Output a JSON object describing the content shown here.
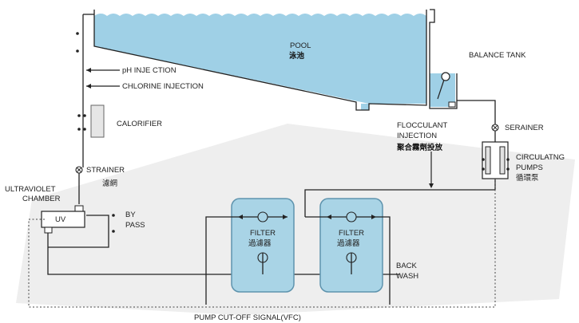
{
  "labels": {
    "pool_en": "POOL",
    "pool_zh": "泳池",
    "balance_tank": "BALANCE TANK",
    "ph_injection": "pH INJE CTION",
    "chlorine_injection": "CHLORINE INJECTION",
    "calorifier": "CALORIFIER",
    "strainer_left_en": "STRAINER",
    "strainer_left_zh": "濾網",
    "uv_chamber_line1": "ULTRAVIOLET",
    "uv_chamber_line2": "CHAMBER",
    "uv": "UV",
    "bypass_line1": "BY",
    "bypass_line2": "PASS",
    "flocculant_line1": "FLOCCULANT",
    "flocculant_line2": "INJECTION",
    "flocculant_zh": "聚合霧劑投放",
    "strainer_right": "SERAINER",
    "pumps_line1": "CIRCULATNG",
    "pumps_line2": "PUMPS",
    "pumps_zh": "循環泵",
    "filter1_en": "FILTER",
    "filter1_zh": "過濾器",
    "filter2_en": "FILTER",
    "filter2_zh": "過濾器",
    "backwash_line1": "BACK",
    "backwash_line2": "WASH",
    "pump_cutoff": "PUMP CUT-OFF SIGNAL(VFC)"
  },
  "colors": {
    "water": "#9fd0e6",
    "filter_fill": "#a9d4e6",
    "filter_stroke": "#5e93ad",
    "background_shape": "#eeeeee",
    "line": "#222222"
  }
}
